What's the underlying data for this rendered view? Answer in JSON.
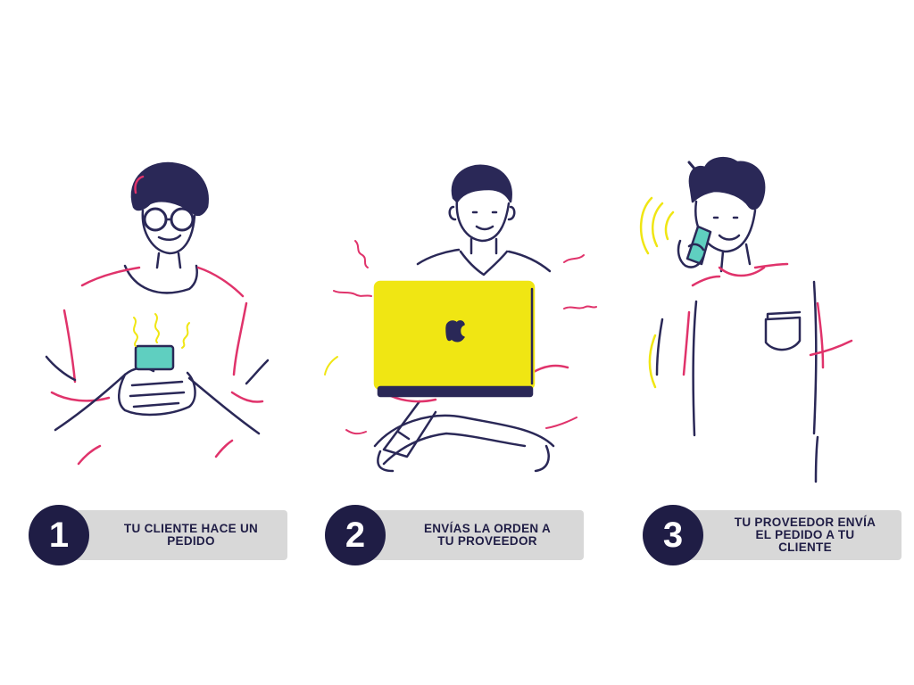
{
  "colors": {
    "ink": "#2a2857",
    "accent": "#e0336b",
    "yellow": "#f0e613",
    "teal": "#5fcfc0",
    "pill": "#d8d8d8",
    "badge": "#1f1d45"
  },
  "steps": [
    {
      "number": "1",
      "text": "TU CLIENTE HACE UN\nPEDIDO",
      "illustration": "person-with-phone-icon"
    },
    {
      "number": "2",
      "text": "ENVÍAS LA ORDEN A\nTU PROVEEDOR",
      "illustration": "person-with-laptop-icon"
    },
    {
      "number": "3",
      "text": "TU PROVEEDOR ENVÍA\nEL PEDIDO A TU\nCLIENTE",
      "illustration": "person-on-phone-call-icon"
    }
  ]
}
